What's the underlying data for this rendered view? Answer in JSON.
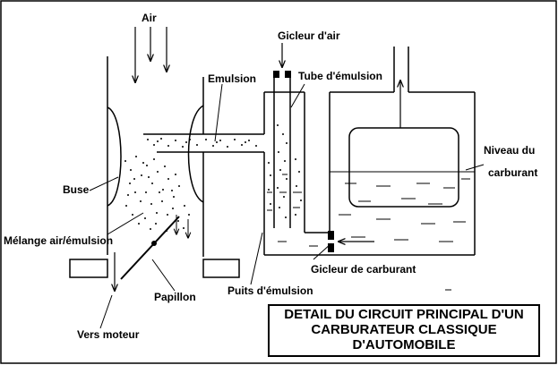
{
  "labels": {
    "air": "Air",
    "gicleur_air": "Gicleur d'air",
    "emulsion": "Emulsion",
    "tube_emulsion": "Tube d'émulsion",
    "niveau_line1": "Niveau du",
    "niveau_line2": "carburant",
    "buse": "Buse",
    "melange": "Mélange air/émulsion",
    "gicleur_carburant": "Gicleur de carburant",
    "papillon": "Papillon",
    "puits": "Puits d'émulsion",
    "vers_moteur": "Vers moteur"
  },
  "title": {
    "line1": "DETAIL DU CIRCUIT PRINCIPAL D'UN",
    "line2": "CARBURATEUR CLASSIQUE",
    "line3": "D'AUTOMOBILE"
  }
}
